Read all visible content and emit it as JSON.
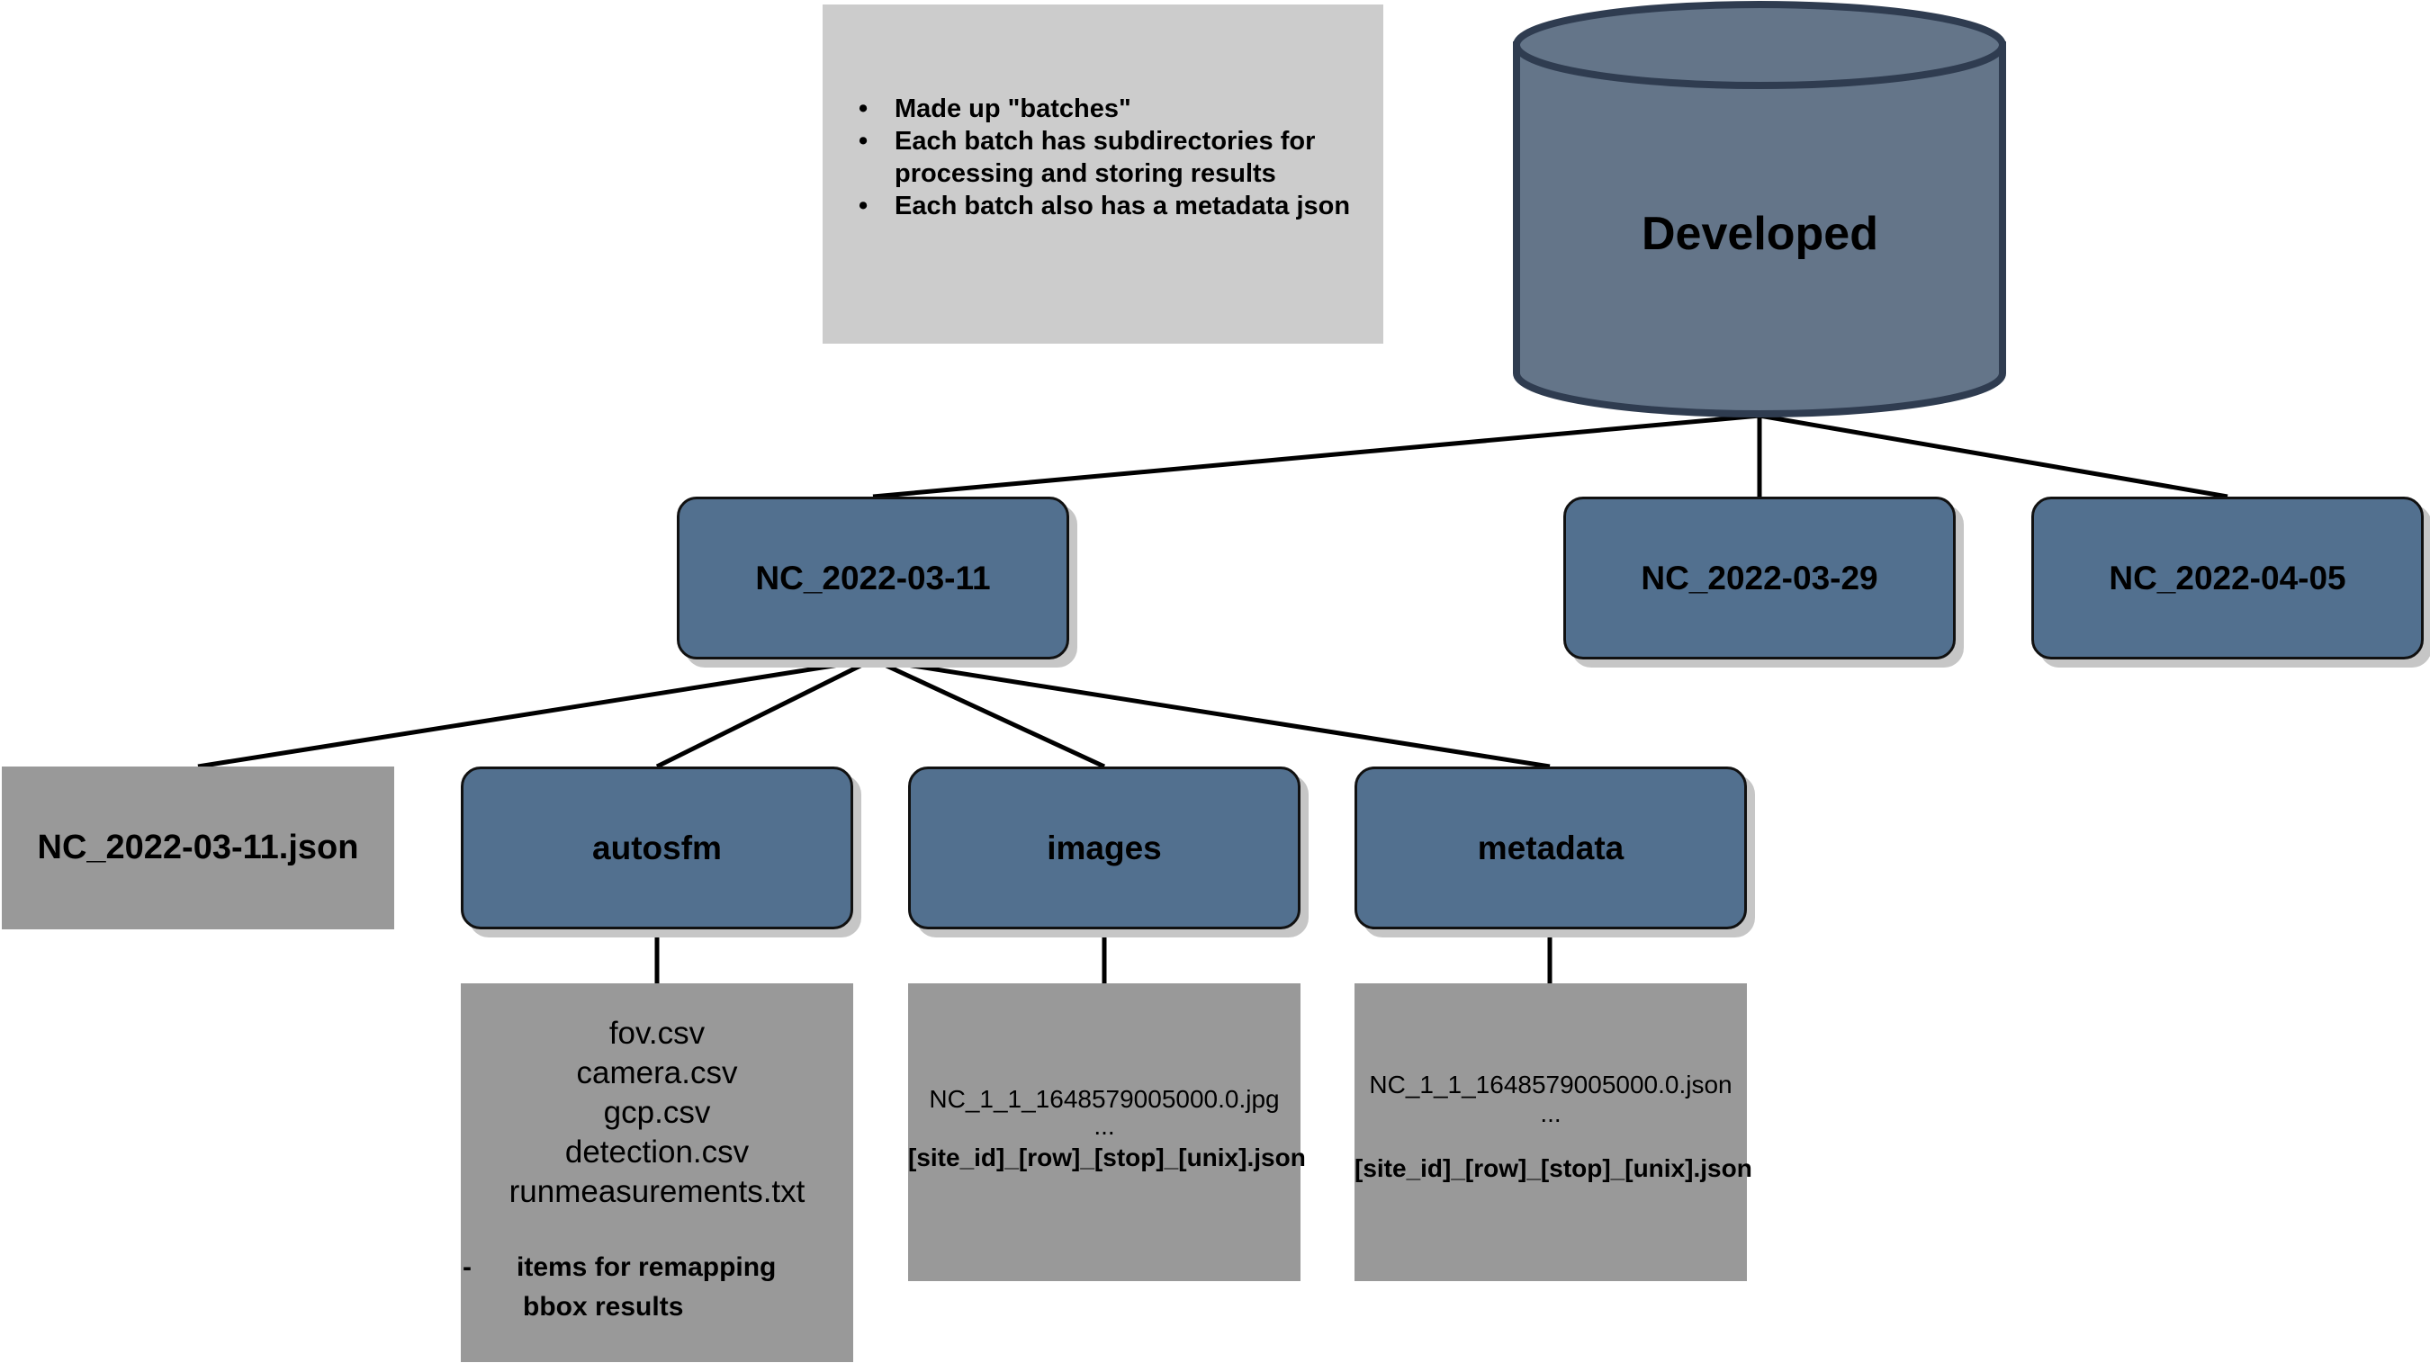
{
  "note": {
    "bullets": [
      "Made up \"batches\"",
      "Each batch has subdirectories for processing and storing results",
      "Each batch also has a metadata json"
    ]
  },
  "root": {
    "label": "Developed"
  },
  "batches": [
    "NC_2022-03-11",
    "NC_2022-03-29",
    "NC_2022-04-05"
  ],
  "batch_children": {
    "json_file": "NC_2022-03-11.json",
    "folders": [
      "autosfm",
      "images",
      "metadata"
    ]
  },
  "autosfm_files": {
    "files": [
      "fov.csv",
      "camera.csv",
      "gcp.csv",
      "detection.csv",
      "runmeasurements.txt"
    ],
    "dash": "-",
    "note_line1": "items for remapping",
    "note_line2": "bbox results"
  },
  "images_files": {
    "example": "NC_1_1_1648579005000.0.jpg",
    "ellipsis": "...",
    "pattern": "[site_id]_[row]_[stop]_[unix].json"
  },
  "metadata_files": {
    "example": "NC_1_1_1648579005000.0.json",
    "ellipsis": "...",
    "pattern": "[site_id]_[row]_[stop]_[unix].json"
  }
}
